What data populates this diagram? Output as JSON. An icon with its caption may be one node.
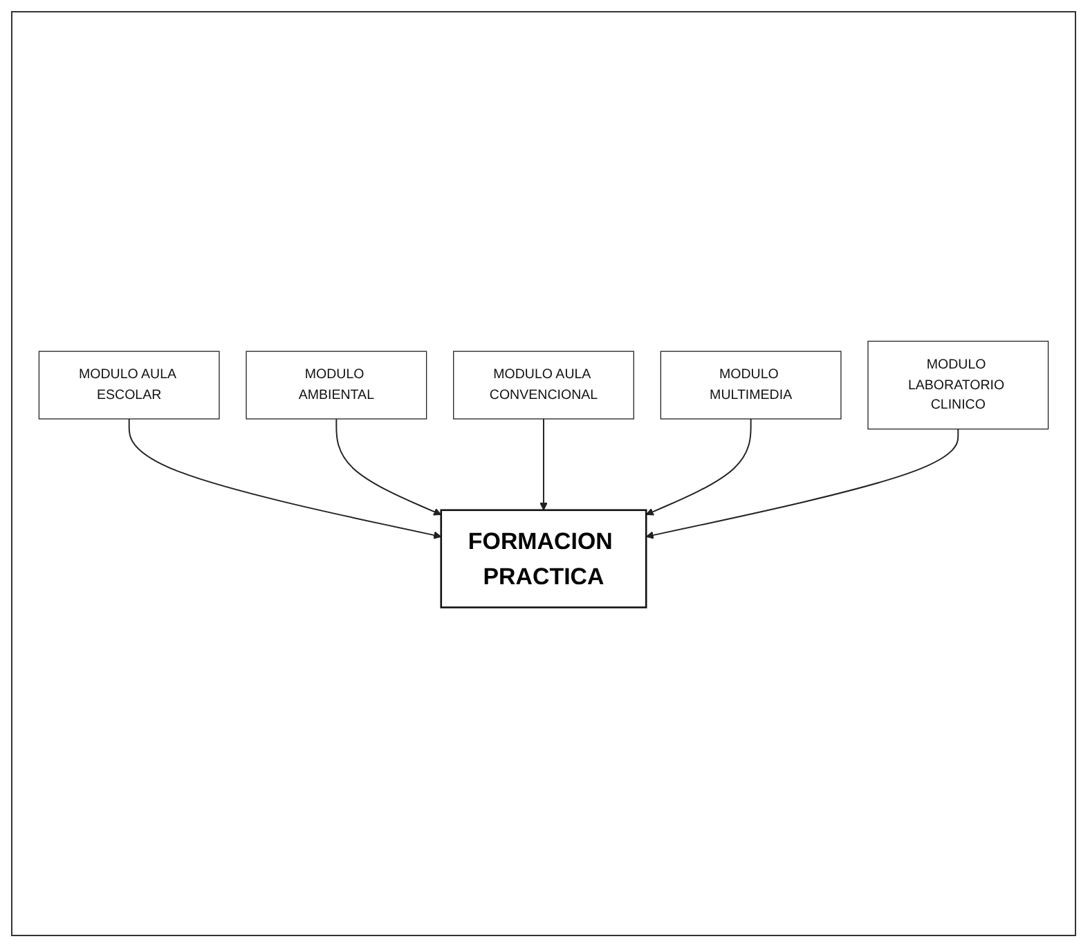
{
  "diagram": {
    "nodes": [
      {
        "text": [
          "MODULO AULA CONVENCIONAL"
        ]
      },
      {
        "text": [
          "MODULO AMBIENTAL"
        ]
      },
      {
        "text": [
          "MODULO MULTIMEDIA"
        ]
      },
      {
        "text": [
          "MODULO AULA ESCOLAR"
        ]
      },
      {
        "text": [
          "MODULO LABORATORIO CLINICO"
        ]
      },
      {
        "text": [
          "FORMACION PRACTICA"
        ]
      }
    ],
    "edges": [
      {
        "from": 3,
        "to": 5,
        "arrow": "to"
      },
      {
        "from": 1,
        "to": 5,
        "arrow": "to"
      },
      {
        "from": 0,
        "to": 5,
        "arrow": "to"
      },
      {
        "from": 2,
        "to": 5,
        "arrow": "to"
      },
      {
        "from": 4,
        "to": 5,
        "arrow": "to"
      }
    ]
  }
}
